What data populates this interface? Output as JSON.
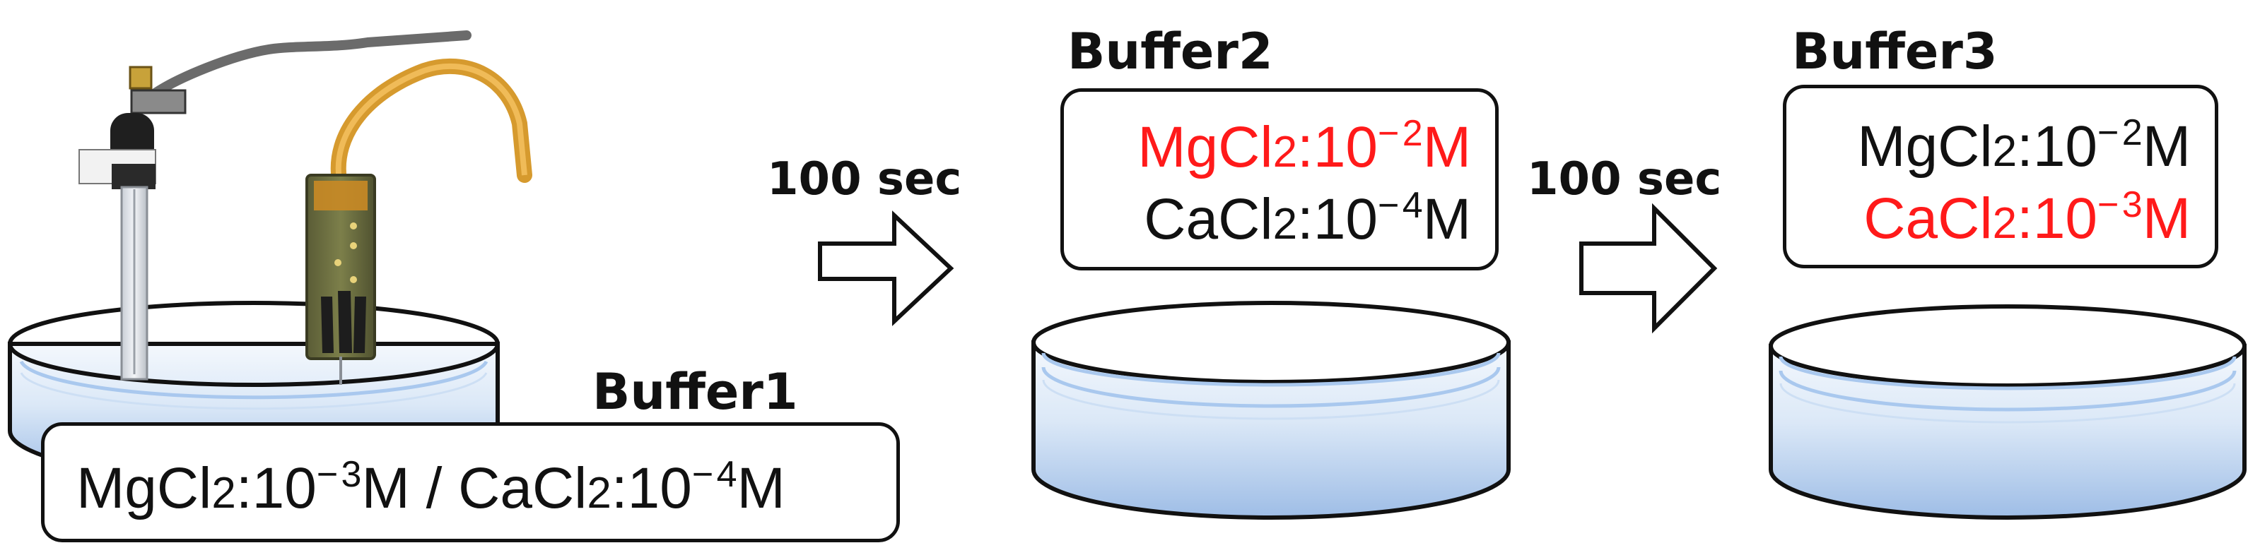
{
  "buffer1": {
    "title": "Buffer1",
    "formula": {
      "a": "MgCl",
      "a_sub": "2",
      "a_mid": ":10",
      "a_sup": "− 3",
      "a_end": "M / CaCl",
      "b_sub": "2",
      "b_mid": ":10",
      "b_sup": "− 4",
      "b_end": "M"
    }
  },
  "step1": {
    "time": "100 sec"
  },
  "buffer2": {
    "title": "Buffer2",
    "line1": {
      "pre": "MgCl",
      "sub": "2",
      "mid": ":10",
      "sup": "− 2",
      "end": "M",
      "color": "#ff1a1a"
    },
    "line2": {
      "pre": "CaCl",
      "sub": "2",
      "mid": ":10",
      "sup": "− 4",
      "end": "M",
      "color": "#111111"
    }
  },
  "step2": {
    "time": "100 sec"
  },
  "buffer3": {
    "title": "Buffer3",
    "line1": {
      "pre": "MgCl",
      "sub": "2",
      "mid": ":10",
      "sup": "− 2",
      "end": "M",
      "color": "#111111"
    },
    "line2": {
      "pre": "CaCl",
      "sub": "2",
      "mid": ":10",
      "sup": "− 3",
      "end": "M",
      "color": "#ff1a1a"
    }
  },
  "colors": {
    "dish_rim": "#111111",
    "water_light": "#eef5fc",
    "water_dark": "#a8c4e8",
    "water_line": "#a9c8ee",
    "highlight": "#ff1a1a"
  }
}
